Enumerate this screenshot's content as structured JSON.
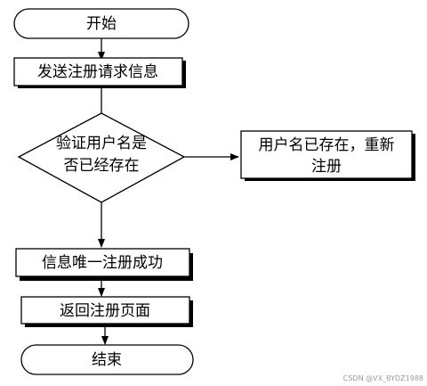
{
  "nodes": {
    "start": "开始",
    "send_request": "发送注册请求信息",
    "verify_line1": "验证用户名是",
    "verify_line2": "否已经存在",
    "exists_line1": "用户名已存在，重新",
    "exists_line2": "注册",
    "unique_success": "信息唯一注册成功",
    "return_page": "返回注册页面",
    "end": "结束"
  },
  "watermark": "CSDN @VX_BYDZ1988",
  "colors": {
    "stroke": "#000000",
    "background": "#ffffff",
    "watermark": "#9a9a9a"
  }
}
